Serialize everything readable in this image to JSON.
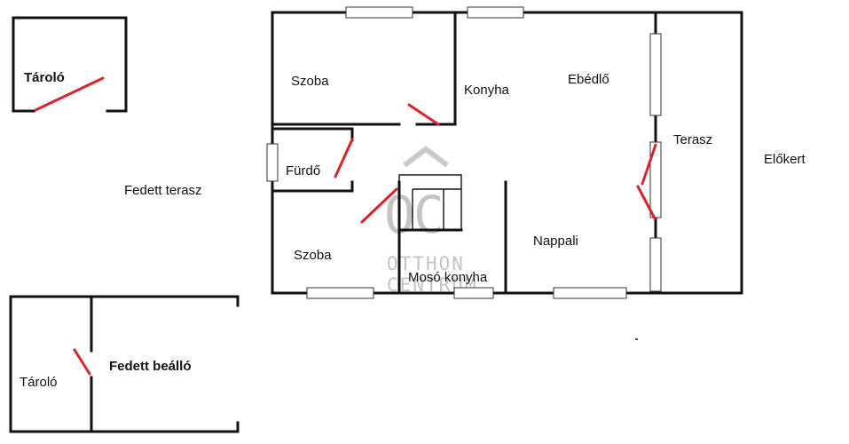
{
  "rooms": {
    "taroló_top": "Tároló",
    "szoba_top": "Szoba",
    "konyha": "Konyha",
    "ebedlo": "Ebédlő",
    "terasz": "Terasz",
    "elokert": "Előkert",
    "furdo": "Fürdő",
    "fedett_terasz": "Fedett terasz",
    "szoba_bottom": "Szoba",
    "nappali": "Nappali",
    "moso_konyha": "Mosó konyha",
    "taroló_bottom": "Tároló",
    "fedett_beallo": "Fedett beálló"
  },
  "watermark": {
    "logo": "OC",
    "line1": "OTTHON",
    "line2": "CENTRUM",
    "color": "#c4c4c4"
  },
  "colors": {
    "walls": "#111111",
    "doors": "#d9232d",
    "background": "#ffffff"
  }
}
